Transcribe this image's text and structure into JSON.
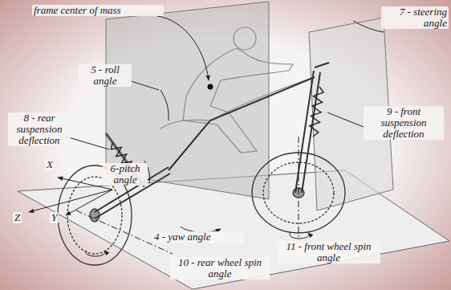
{
  "diagram": {
    "labels": [
      "frame center of mass",
      "5 - roll angle",
      "7 - steering angle",
      "8 - rear suspension deflection",
      "9 - front suspension deflection",
      "6-pitch angle",
      "4 - yaw angle",
      "10 - rear wheel spin angle",
      "11 - front wheel spin angle",
      "X",
      "Y",
      "Z"
    ]
  }
}
